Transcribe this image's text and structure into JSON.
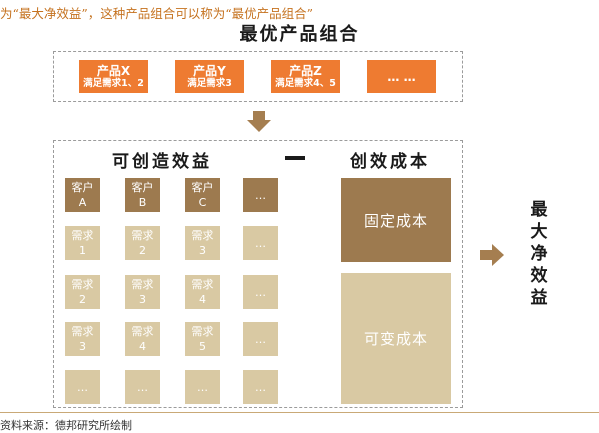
{
  "caption_top": "为“最大净效益”，这种产品组合可以称为“最优产品组合”",
  "title": "最优产品组合",
  "products": [
    {
      "name": "产品X",
      "desc": "满足需求1、2"
    },
    {
      "name": "产品Y",
      "desc": "满足需求3"
    },
    {
      "name": "产品Z",
      "desc": "满足需求4、5"
    },
    {
      "name": "…  …",
      "desc": ""
    }
  ],
  "value_heading": "可创造效益",
  "cost_heading": "创效成本",
  "grid": [
    [
      {
        "t": "客户",
        "s": "A",
        "kind": "dark"
      },
      {
        "t": "客户",
        "s": "B",
        "kind": "dark"
      },
      {
        "t": "客户",
        "s": "C",
        "kind": "dark"
      },
      {
        "t": "…",
        "s": "",
        "kind": "dark"
      }
    ],
    [
      {
        "t": "需求",
        "s": "1",
        "kind": "light"
      },
      {
        "t": "需求",
        "s": "2",
        "kind": "light"
      },
      {
        "t": "需求",
        "s": "3",
        "kind": "light"
      },
      {
        "t": "…",
        "s": "",
        "kind": "light"
      }
    ],
    [
      {
        "t": "需求",
        "s": "2",
        "kind": "light"
      },
      {
        "t": "需求",
        "s": "3",
        "kind": "light"
      },
      {
        "t": "需求",
        "s": "4",
        "kind": "light"
      },
      {
        "t": "…",
        "s": "",
        "kind": "light"
      }
    ],
    [
      {
        "t": "需求",
        "s": "3",
        "kind": "light"
      },
      {
        "t": "需求",
        "s": "4",
        "kind": "light"
      },
      {
        "t": "需求",
        "s": "5",
        "kind": "light"
      },
      {
        "t": "…",
        "s": "",
        "kind": "light"
      }
    ],
    [
      {
        "t": "…",
        "s": "",
        "kind": "light"
      },
      {
        "t": "…",
        "s": "",
        "kind": "light"
      },
      {
        "t": "…",
        "s": "",
        "kind": "light"
      },
      {
        "t": "…",
        "s": "",
        "kind": "light"
      }
    ]
  ],
  "fixed_cost": "固定成本",
  "variable_cost": "可变成本",
  "result": [
    "最",
    "大",
    "净",
    "效",
    "益"
  ],
  "source": "资料来源：德邦研究所绘制",
  "colors": {
    "orange": "#ee7b31",
    "dark_brown": "#9d7a4f",
    "light_tan": "#d9c9a3",
    "arrow": "#a57e50"
  }
}
